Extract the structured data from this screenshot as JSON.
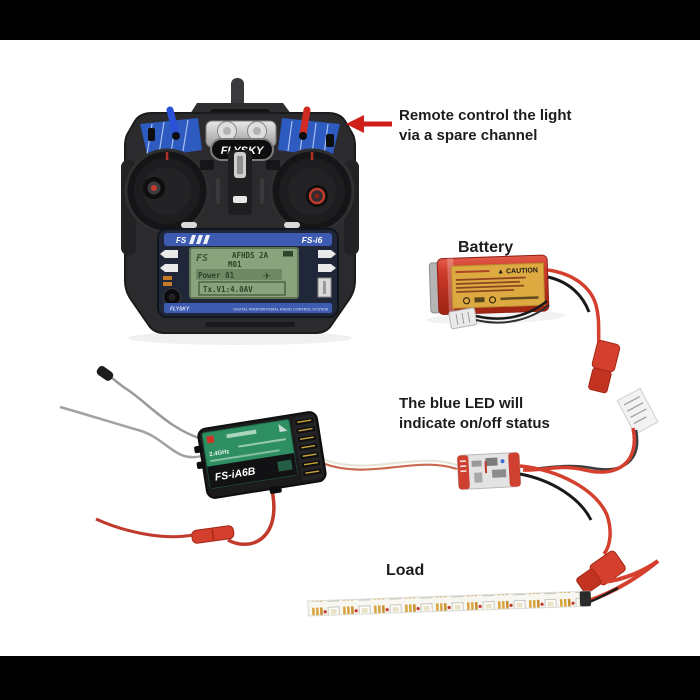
{
  "annotations": {
    "remote_line1": "Remote control the light",
    "remote_line2": "via a spare channel",
    "battery": "Battery",
    "led_line1": "The blue LED will",
    "led_line2": "indicate on/off status",
    "load": "Load"
  },
  "transmitter": {
    "brand": "FLYSKY",
    "model": "FS-i6",
    "screen_logo": "FS",
    "screen_line1": "AFHDS 2A",
    "screen_line2": "M01",
    "screen_line3": "Power 01",
    "screen_plane_icon": "✈",
    "screen_line4": "Tx.V1:4.0AV",
    "footer_left": "FLYSKY",
    "footer_right": "DIGITAL PROPORTIONAL RADIO CONTROL SYSTEM"
  },
  "battery": {
    "caution_label": "▲ CAUTION"
  },
  "receiver": {
    "model": "FS-iA6B",
    "spec": "2.4GHz"
  },
  "colors": {
    "accent_red": "#ce1f1a",
    "wire_red": "#d5402e",
    "battery_red": "#cd3a2a",
    "label_yellow": "#ddaa41",
    "receiver_green": "#2e8f63",
    "lcd_green": "#8aa37d",
    "tx_blue": "#2d5bbf",
    "letterbox": "#000000"
  }
}
